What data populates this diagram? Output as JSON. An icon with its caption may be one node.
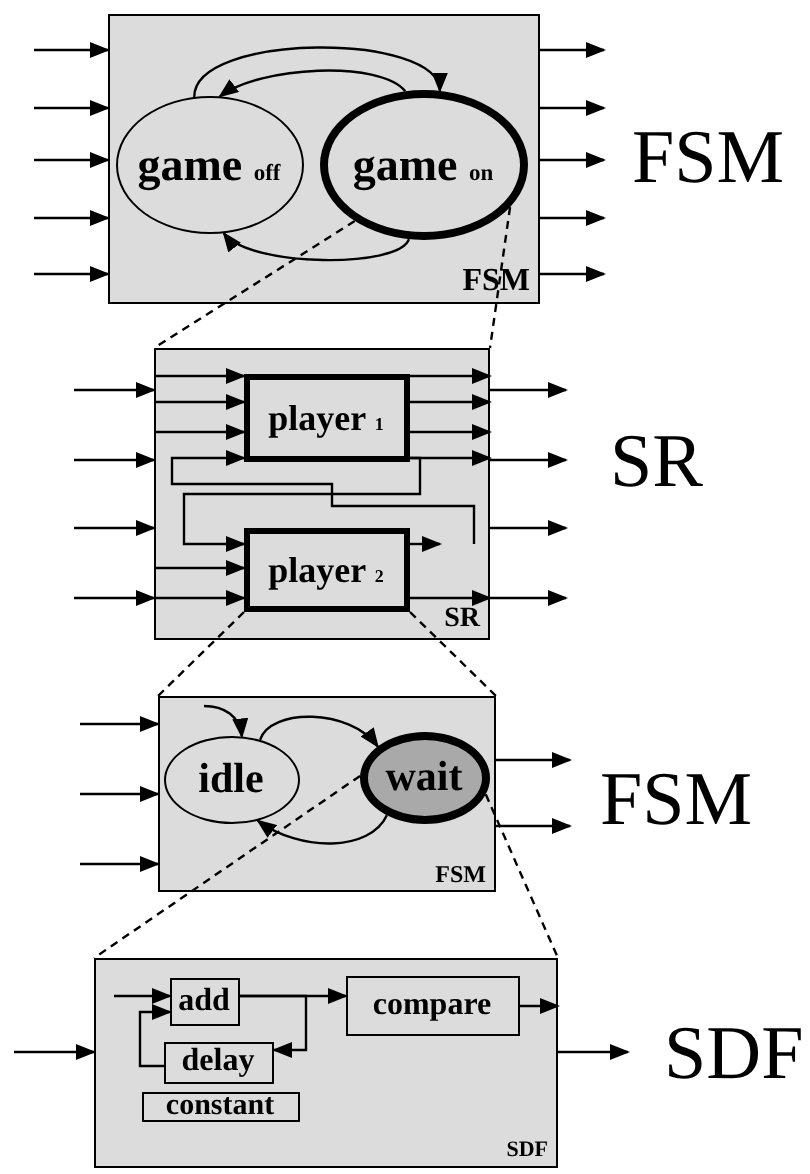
{
  "diagram": {
    "nodes": [
      {
        "text": [
          "FSM"
        ],
        "beside": [
          "FSM"
        ]
      },
      {
        "text": [
          "game $_{off}$"
        ],
        "in": 0
      },
      {
        "text": [
          "game $_{on}$"
        ],
        "in": 0
      },
      {
        "text": [
          "SR"
        ],
        "beside": [
          "SR"
        ]
      },
      {
        "text": [
          "player $_{1}$"
        ],
        "in": 3
      },
      {
        "text": [
          "player $_{2}$"
        ],
        "in": 3
      },
      {
        "text": [
          "FSM"
        ],
        "beside": [
          "FSM"
        ]
      },
      {
        "text": [
          "idle"
        ],
        "in": 6
      },
      {
        "text": [
          "wait"
        ],
        "in": 6
      },
      {
        "text": [
          "SDF"
        ],
        "beside": [
          "SDF"
        ]
      },
      {
        "text": [
          "add"
        ],
        "in": 9
      },
      {
        "text": [
          "delay"
        ],
        "in": 9
      },
      {
        "text": [
          "constant"
        ],
        "in": 9
      },
      {
        "text": [
          "compare"
        ],
        "in": 9
      }
    ],
    "edges": [
      {
        "from": null,
        "to": 0,
        "arrow": "to"
      },
      {
        "from": null,
        "to": 0,
        "arrow": "to"
      },
      {
        "from": null,
        "to": 0,
        "arrow": "to"
      },
      {
        "from": null,
        "to": 0,
        "arrow": "to"
      },
      {
        "from": null,
        "to": 0,
        "arrow": "to"
      },
      {
        "from": 0,
        "to": null,
        "arrow": "to"
      },
      {
        "from": 0,
        "to": null,
        "arrow": "to"
      },
      {
        "from": 0,
        "to": null,
        "arrow": "to"
      },
      {
        "from": 0,
        "to": null,
        "arrow": "to"
      },
      {
        "from": 0,
        "to": null,
        "arrow": "to"
      },
      {
        "from": 1,
        "to": 2,
        "arrow": "to"
      },
      {
        "from": 2,
        "to": 1,
        "arrow": "to"
      },
      {
        "from": 2,
        "to": 1,
        "arrow": "to"
      },
      {
        "from": 2,
        "to": 3,
        "arrow": "none",
        "style": "dashed"
      },
      {
        "from": 2,
        "to": 3,
        "arrow": "none",
        "style": "dashed"
      },
      {
        "from": null,
        "to": 3,
        "arrow": "to"
      },
      {
        "from": null,
        "to": 3,
        "arrow": "to"
      },
      {
        "from": null,
        "to": 3,
        "arrow": "to"
      },
      {
        "from": null,
        "to": 3,
        "arrow": "to"
      },
      {
        "from": 3,
        "to": null,
        "arrow": "to"
      },
      {
        "from": 3,
        "to": null,
        "arrow": "to"
      },
      {
        "from": 3,
        "to": null,
        "arrow": "to"
      },
      {
        "from": 3,
        "to": null,
        "arrow": "to"
      },
      {
        "from": 3,
        "to": 4,
        "arrow": "to"
      },
      {
        "from": 3,
        "to": 4,
        "arrow": "to"
      },
      {
        "from": 3,
        "to": 4,
        "arrow": "to"
      },
      {
        "from": null,
        "to": 4,
        "arrow": "to"
      },
      {
        "from": 4,
        "to": 3,
        "arrow": "to"
      },
      {
        "from": 4,
        "to": 3,
        "arrow": "to"
      },
      {
        "from": 4,
        "to": 3,
        "arrow": "to"
      },
      {
        "from": 4,
        "to": 3,
        "arrow": "to"
      },
      {
        "from": 4,
        "to": 5,
        "arrow": "to"
      },
      {
        "from": 3,
        "to": 5,
        "arrow": "to"
      },
      {
        "from": 3,
        "to": 5,
        "arrow": "to"
      },
      {
        "from": 5,
        "to": null,
        "arrow": "to"
      },
      {
        "from": 5,
        "to": 3,
        "arrow": "to"
      },
      {
        "from": 5,
        "to": 6,
        "arrow": "none",
        "style": "dashed"
      },
      {
        "from": 5,
        "to": 6,
        "arrow": "none",
        "style": "dashed"
      },
      {
        "from": null,
        "to": 6,
        "arrow": "to"
      },
      {
        "from": null,
        "to": 6,
        "arrow": "to"
      },
      {
        "from": null,
        "to": 6,
        "arrow": "to"
      },
      {
        "from": 6,
        "to": null,
        "arrow": "to"
      },
      {
        "from": 6,
        "to": null,
        "arrow": "to"
      },
      {
        "from": null,
        "to": 7,
        "arrow": "to"
      },
      {
        "from": 7,
        "to": 8,
        "arrow": "to"
      },
      {
        "from": 8,
        "to": 7,
        "arrow": "to"
      },
      {
        "from": 8,
        "to": 9,
        "arrow": "none",
        "style": "dashed"
      },
      {
        "from": 8,
        "to": 9,
        "arrow": "none",
        "style": "dashed"
      },
      {
        "from": null,
        "to": 9,
        "arrow": "to"
      },
      {
        "from": 9,
        "to": null,
        "arrow": "to"
      },
      {
        "from": null,
        "to": 10,
        "arrow": "to"
      },
      {
        "from": 10,
        "to": 13,
        "arrow": "to"
      },
      {
        "from": 10,
        "to": 11,
        "arrow": "to"
      },
      {
        "from": 11,
        "to": 10,
        "arrow": "to"
      },
      {
        "from": 13,
        "to": 9,
        "arrow": "to"
      }
    ]
  }
}
